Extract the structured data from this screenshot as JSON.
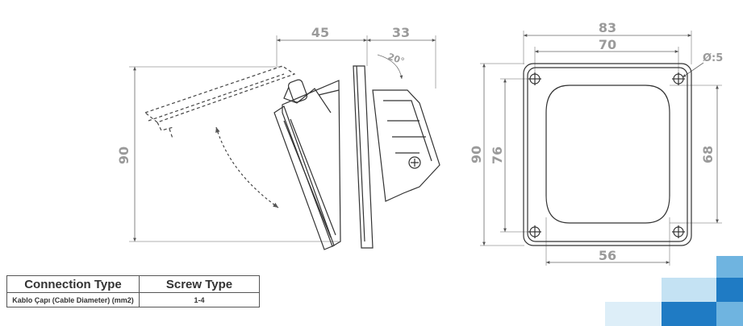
{
  "side_view": {
    "dim_top_left": "45",
    "dim_top_right": "33",
    "dim_height": "90",
    "angle": "20°"
  },
  "front_view": {
    "dim_outer_width": "83",
    "dim_hole_spacing_x": "70",
    "dim_hole_diameter": "Ø:5",
    "dim_outer_height": "90",
    "dim_hole_spacing_y": "76",
    "dim_opening_height": "68",
    "dim_opening_width": "56"
  },
  "spec_table": {
    "headers": [
      "Connection Type",
      "Screw Type"
    ],
    "rows": [
      [
        "Kablo Çapı (Cable Diameter) (mm2)",
        "1-4"
      ]
    ]
  },
  "brand_colors": {
    "dark_blue": "#1f7bc4",
    "mid_blue": "#6fb4e0",
    "light_blue": "#c4e2f3"
  }
}
